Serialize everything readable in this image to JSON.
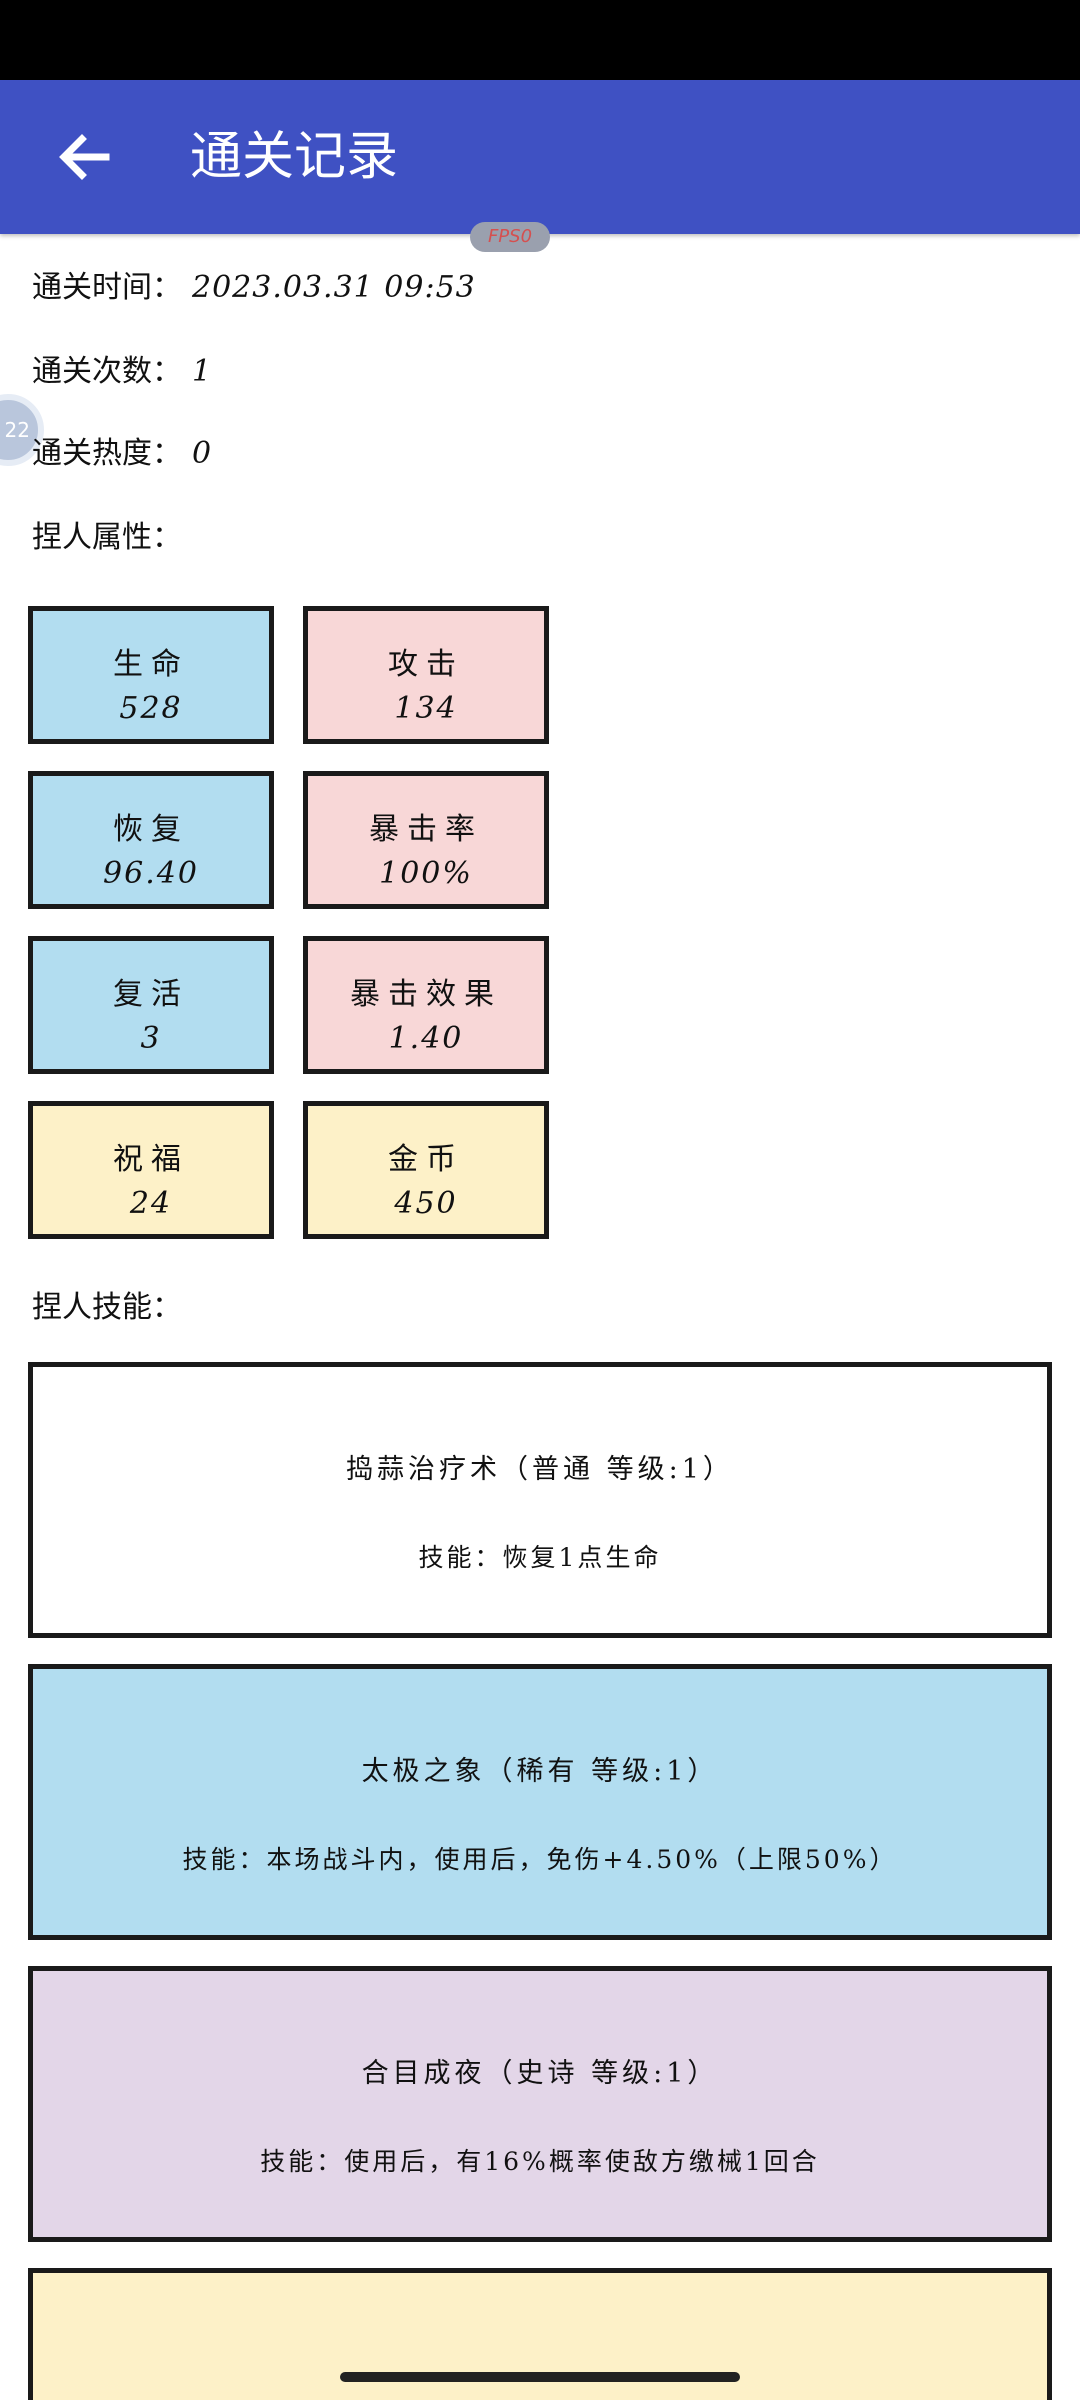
{
  "app_bar": {
    "title": "通关记录"
  },
  "fps_badge": "FPS0",
  "float_button_label": "22",
  "info": [
    {
      "label": "通关时间：",
      "value": "2023.03.31 09:53"
    },
    {
      "label": "通关次数：",
      "value": "1"
    },
    {
      "label": "通关热度：",
      "value": "0"
    },
    {
      "label": "捏人属性：",
      "value": ""
    }
  ],
  "stats": [
    {
      "label": "生命",
      "value": "528"
    },
    {
      "label": "攻击",
      "value": "134"
    },
    {
      "label": "恢复",
      "value": "96.40"
    },
    {
      "label": "暴击率",
      "value": "100%"
    },
    {
      "label": "复活",
      "value": "3"
    },
    {
      "label": "暴击效果",
      "value": "1.40"
    },
    {
      "label": "祝福",
      "value": "24"
    },
    {
      "label": "金币",
      "value": "450"
    }
  ],
  "skills_heading": "捏人技能：",
  "skills": [
    {
      "name": "捣蒜治疗术（普通 等级:1）",
      "desc": "技能：恢复1点生命"
    },
    {
      "name": "太极之象（稀有 等级:1）",
      "desc": "技能：本场战斗内，使用后，免伤+4.50%（上限50%）"
    },
    {
      "name": "合目成夜（史诗 等级:1）",
      "desc": "技能：使用后，有16%概率使敌方缴械1回合"
    },
    {
      "name": "",
      "desc": ""
    }
  ],
  "colors": {
    "app_bar": "#3f51c3",
    "blue": "#b2ddf0",
    "pink": "#f8d7d7",
    "yellow": "#fdf1c8",
    "purple": "#e3d6e8"
  }
}
